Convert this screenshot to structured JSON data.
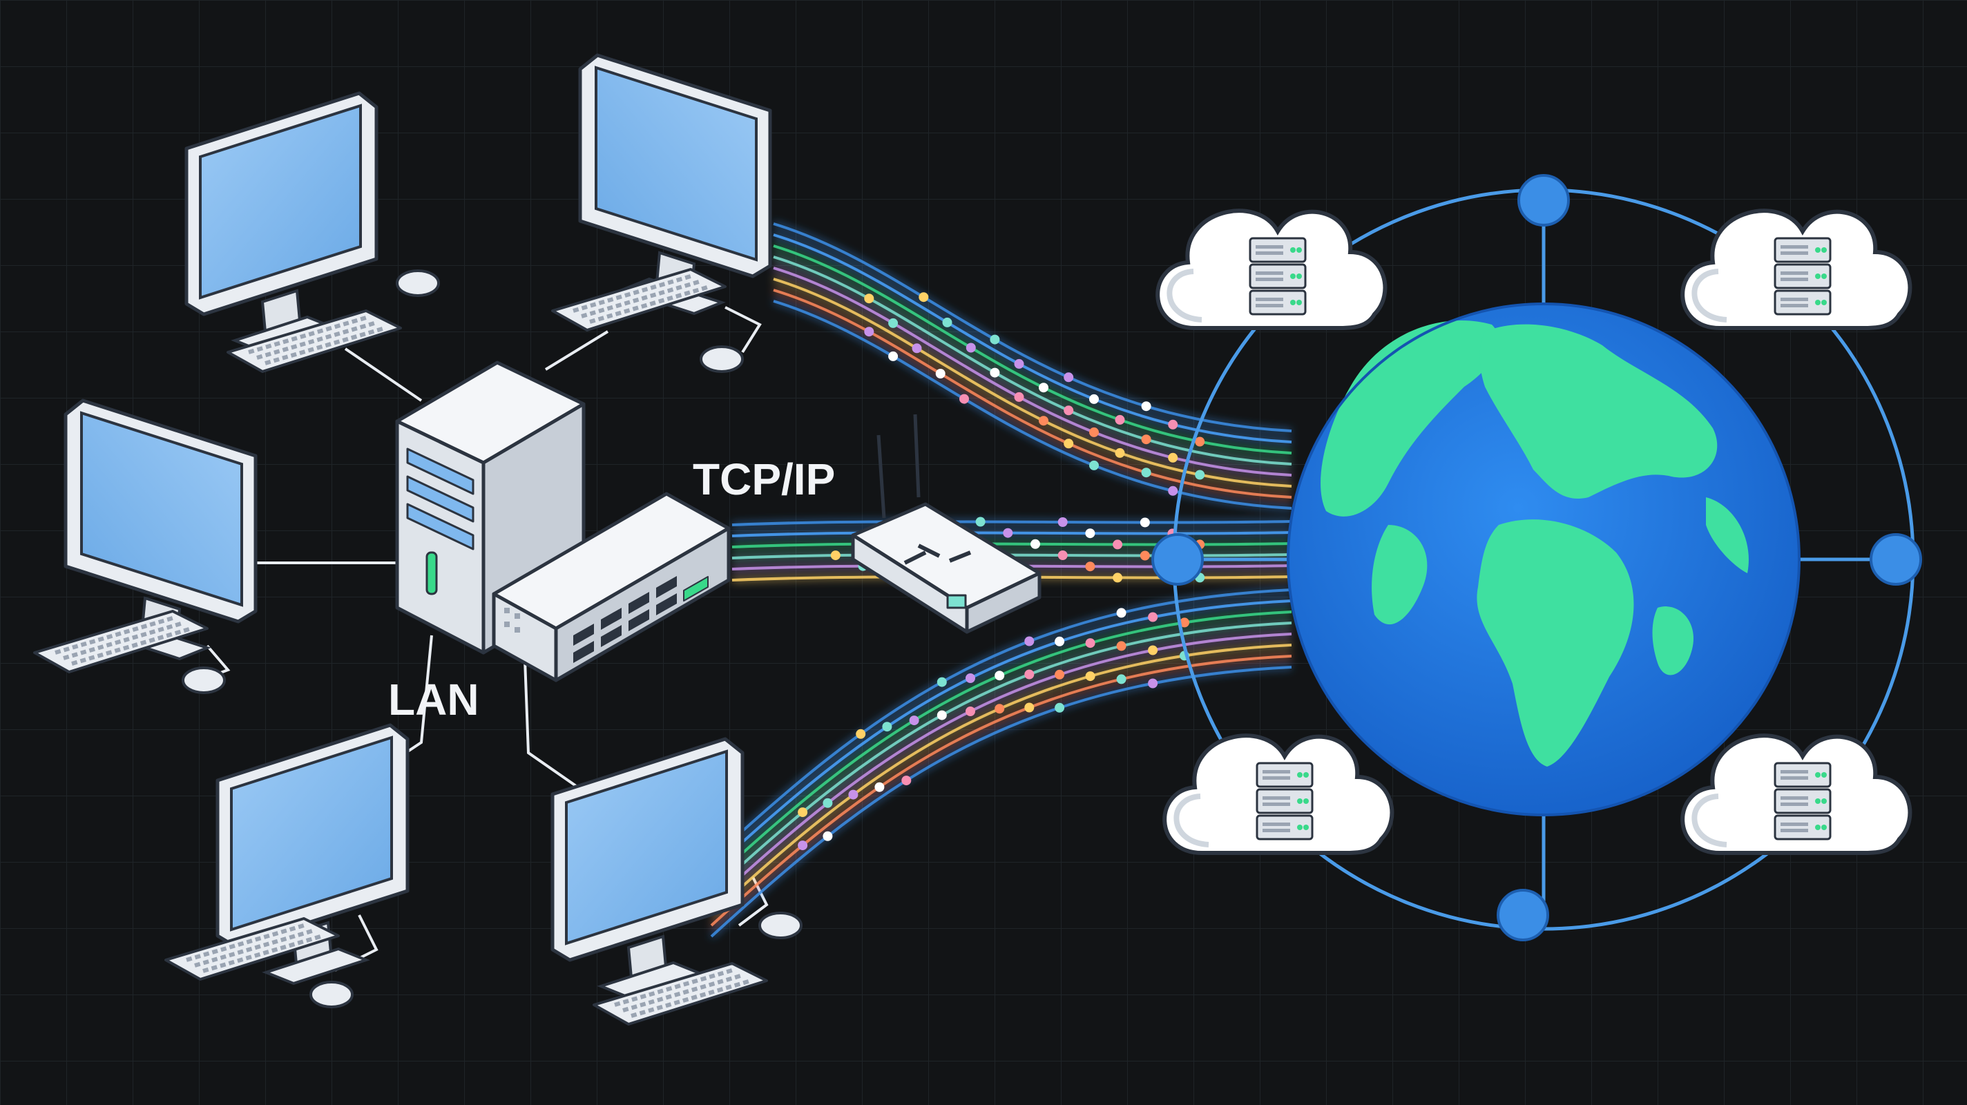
{
  "labels": {
    "lan": "LAN",
    "protocol": "TCP/IP"
  },
  "colors": {
    "background": "#121416",
    "grid": "#1f2428",
    "screen": "#7fb8ee",
    "device": "#e9edf2",
    "outline": "#2c3440",
    "ocean": "#1f78e0",
    "land": "#3fe0a0",
    "ring": "#4a9be8",
    "node": "#3b8ee6",
    "packet_colors": [
      "#ff8a5c",
      "#ffd166",
      "#7de2d1",
      "#c792ea",
      "#ffffff",
      "#f78fb3"
    ]
  },
  "devices": {
    "workstations": [
      "monitor",
      "keyboard",
      "mouse"
    ],
    "server": "tower-server",
    "switch": "network-switch",
    "router": "wireless-router",
    "internet": "globe",
    "cloud_servers": "cloud-server-rack"
  }
}
